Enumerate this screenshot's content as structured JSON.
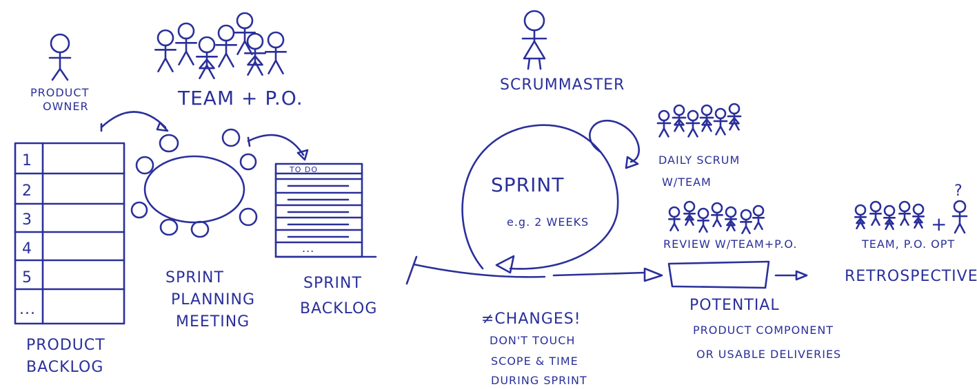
{
  "labels": {
    "product_owner_1": "PRODUCT",
    "product_owner_2": "OWNER",
    "team_po": "TEAM + P.O.",
    "scrummaster": "SCRUMMASTER",
    "daily_scrum_1": "DAILY SCRUM",
    "daily_scrum_2": "W/TEAM",
    "sprint_1": "SPRINT",
    "sprint_2": "e.g. 2 WEEKS",
    "review": "REVIEW W/TEAM+P.O.",
    "team_po_opt": "TEAM, P.O. OPT",
    "question": "?",
    "plus": "+",
    "retrospective": "RETROSPECTIVE",
    "todo": "TO DO",
    "ellipsis_backlog": "...",
    "ellipsis_sprint": "...",
    "sprint_planning_1": "SPRINT",
    "sprint_planning_2": "PLANNING",
    "sprint_planning_3": "MEETING",
    "sprint_backlog_1": "SPRINT",
    "sprint_backlog_2": "BACKLOG",
    "product_backlog_1": "PRODUCT",
    "product_backlog_2": "BACKLOG",
    "changes": "≠CHANGES!",
    "dont_touch_1": "DON'T TOUCH",
    "dont_touch_2": "SCOPE & TIME",
    "dont_touch_3": "DURING SPRINT",
    "potential_1": "POTENTIAL",
    "potential_2": "PRODUCT COMPONENT",
    "potential_3": "OR USABLE DELIVERIES"
  },
  "backlog_rows": [
    "1",
    "2",
    "3",
    "4",
    "5",
    "..."
  ],
  "colors": {
    "ink": "#2a2f9a",
    "paper": "#ffffff"
  }
}
